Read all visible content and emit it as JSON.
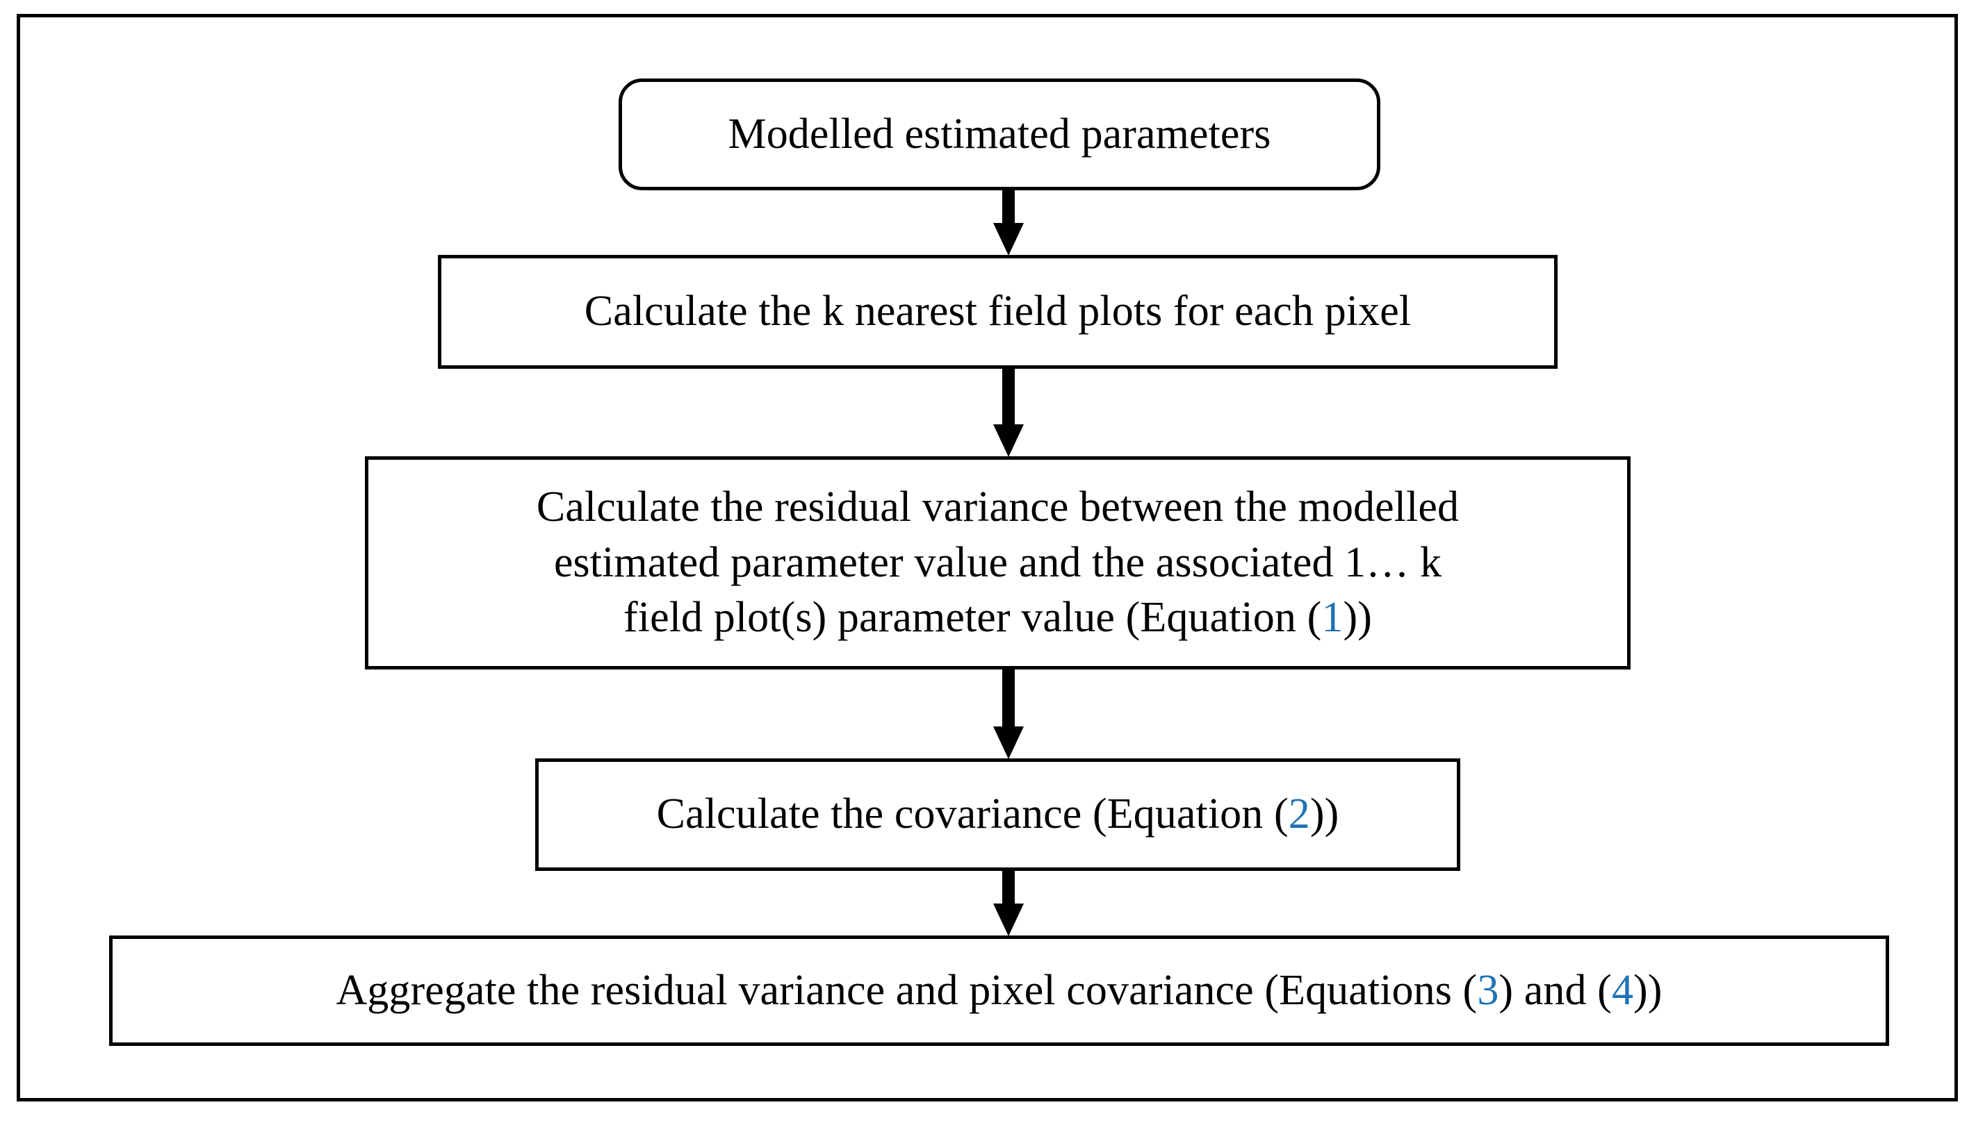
{
  "figure": {
    "type": "flowchart",
    "orientation": "top-to-bottom",
    "border_color": "#000000",
    "background_color": "#ffffff",
    "equation_link_color": "#1f72b4"
  },
  "nodes": [
    {
      "id": "modelled-estimated-parameters",
      "shape": "rounded-rectangle",
      "text": "Modelled estimated parameters",
      "lines": [
        "Modelled estimated parameters"
      ]
    },
    {
      "id": "calculate-k-nearest-field-plots",
      "shape": "rectangle",
      "text": "Calculate the k nearest field plots for each pixel",
      "lines": [
        "Calculate the k nearest field plots for each pixel"
      ]
    },
    {
      "id": "calculate-residual-variance",
      "shape": "rectangle",
      "text": "Calculate the residual variance between the modelled estimated parameter value and the associated 1…k field plot(s) parameter value (Equation (1))",
      "lines": [
        "Calculate the residual variance between the modelled",
        "estimated parameter value and the associated 1… k",
        "field plot(s) parameter value (Equation (1))"
      ],
      "line3_prefix": "field plot(s) parameter value (Equation (",
      "line3_ref": "1",
      "line3_suffix": "))"
    },
    {
      "id": "calculate-covariance",
      "shape": "rectangle",
      "text": "Calculate the covariance (Equation (2))",
      "prefix": "Calculate the covariance (Equation (",
      "ref": "2",
      "suffix": "))"
    },
    {
      "id": "aggregate-residual-variance-and-covariance",
      "shape": "rectangle",
      "text": "Aggregate the residual variance and pixel covariance (Equations (3) and (4))",
      "prefix": "Aggregate the residual variance and pixel covariance (Equations (",
      "ref1": "3",
      "middle": ") and (",
      "ref2": "4",
      "suffix": "))"
    }
  ],
  "edges": [
    {
      "id": "edge-1",
      "from": "modelled-estimated-parameters",
      "to": "calculate-k-nearest-field-plots",
      "style": "solid-arrow-down"
    },
    {
      "id": "edge-2",
      "from": "calculate-k-nearest-field-plots",
      "to": "calculate-residual-variance",
      "style": "solid-arrow-down"
    },
    {
      "id": "edge-3",
      "from": "calculate-residual-variance",
      "to": "calculate-covariance",
      "style": "solid-arrow-down"
    },
    {
      "id": "edge-4",
      "from": "calculate-covariance",
      "to": "aggregate-residual-variance-and-covariance",
      "style": "solid-arrow-down"
    }
  ]
}
